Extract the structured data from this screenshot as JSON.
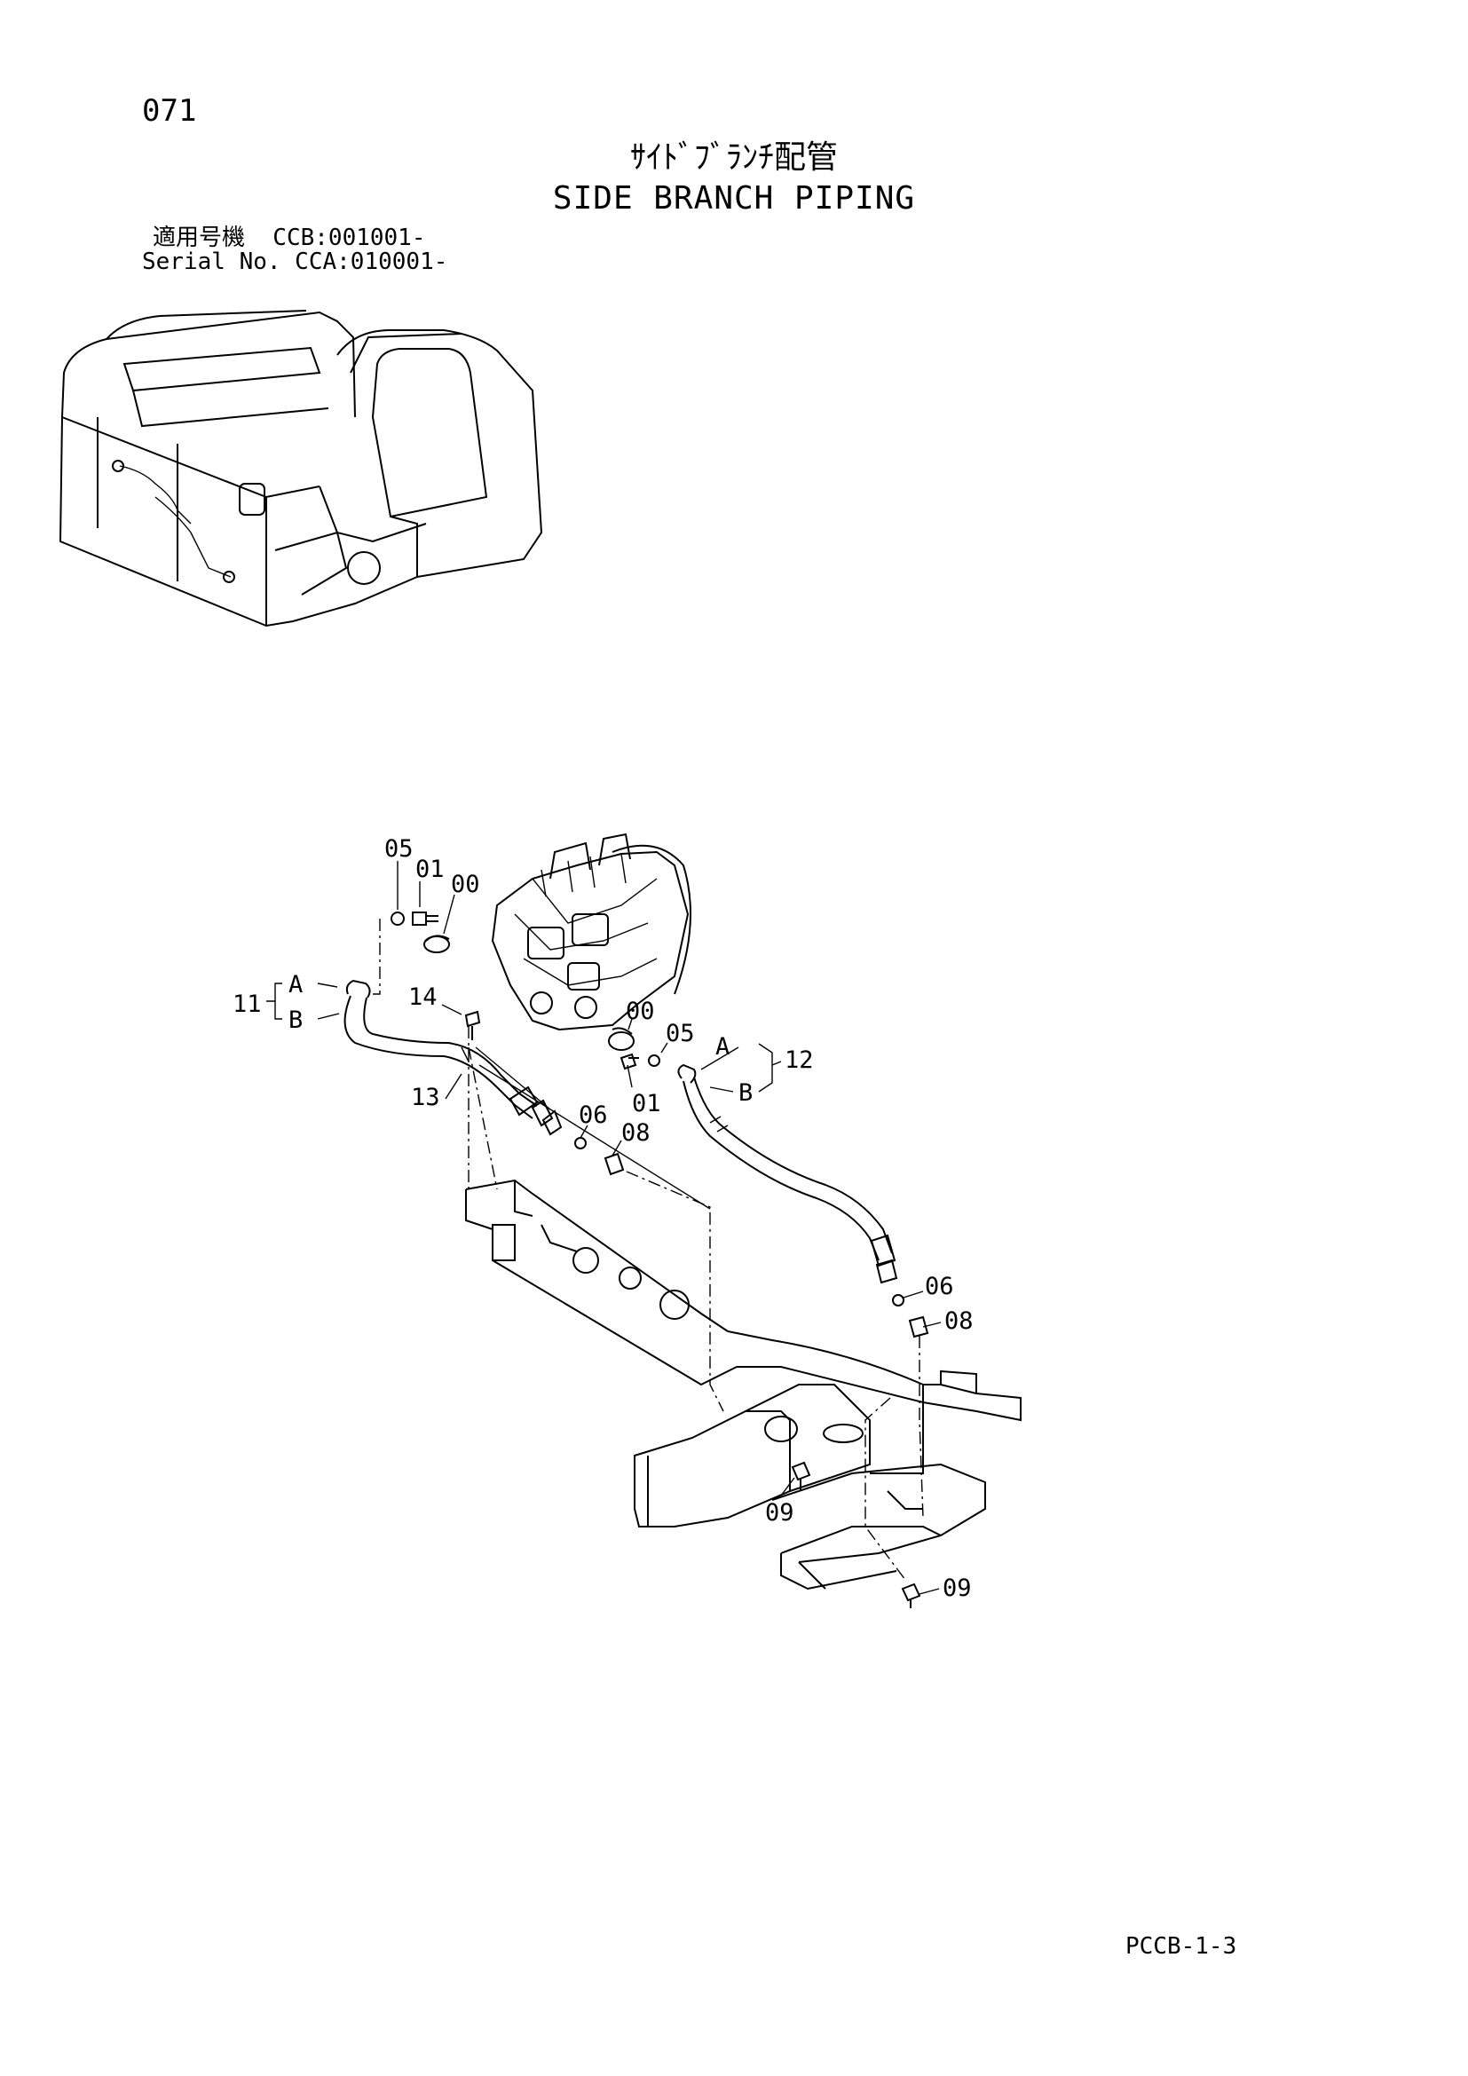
{
  "header": {
    "page_number": "071",
    "title_jp": "ｻｲﾄﾞﾌﾞﾗﾝﾁ配管",
    "title_en": "SIDE BRANCH PIPING",
    "applicable_line1": "適用号機  CCB:001001-",
    "applicable_line2": "Serial No. CCA:010001-"
  },
  "callouts": {
    "c00_top": "00",
    "c01_top": "01",
    "c05_top": "05",
    "c11": "11",
    "c11_a": "A",
    "c11_b": "B",
    "c14": "14",
    "c13": "13",
    "c00_mid": "00",
    "c05_mid": "05",
    "c01_mid": "01",
    "c06_left": "06",
    "c08_left": "08",
    "c12": "12",
    "c12_a": "A",
    "c12_b": "B",
    "c06_right": "06",
    "c08_right": "08",
    "c09_left": "09",
    "c09_right": "09"
  },
  "footer": {
    "page_code": "PCCB-1-3"
  }
}
